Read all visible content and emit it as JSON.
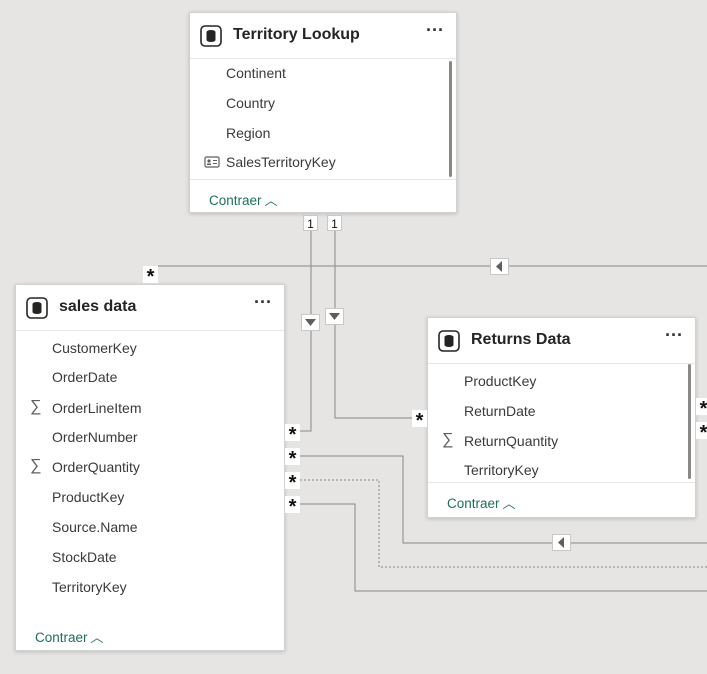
{
  "tables": {
    "territory": {
      "title": "Territory Lookup",
      "fields": [
        {
          "name": "Continent",
          "icon": ""
        },
        {
          "name": "Country",
          "icon": ""
        },
        {
          "name": "Region",
          "icon": ""
        },
        {
          "name": "SalesTerritoryKey",
          "icon": "key-icon"
        }
      ],
      "collapse": "Contraer"
    },
    "sales": {
      "title": "sales data",
      "fields": [
        {
          "name": "CustomerKey",
          "icon": ""
        },
        {
          "name": "OrderDate",
          "icon": ""
        },
        {
          "name": "OrderLineItem",
          "icon": "sigma-icon"
        },
        {
          "name": "OrderNumber",
          "icon": ""
        },
        {
          "name": "OrderQuantity",
          "icon": "sigma-icon"
        },
        {
          "name": "ProductKey",
          "icon": ""
        },
        {
          "name": "Source.Name",
          "icon": ""
        },
        {
          "name": "StockDate",
          "icon": ""
        },
        {
          "name": "TerritoryKey",
          "icon": ""
        }
      ],
      "collapse": "Contraer"
    },
    "returns": {
      "title": "Returns Data",
      "fields": [
        {
          "name": "ProductKey",
          "icon": ""
        },
        {
          "name": "ReturnDate",
          "icon": ""
        },
        {
          "name": "ReturnQuantity",
          "icon": "sigma-icon"
        },
        {
          "name": "TerritoryKey",
          "icon": ""
        }
      ],
      "collapse": "Contraer"
    }
  },
  "cardinality": {
    "one": "1",
    "many": "*"
  },
  "more_label": "···",
  "collapse_chevron": "^"
}
